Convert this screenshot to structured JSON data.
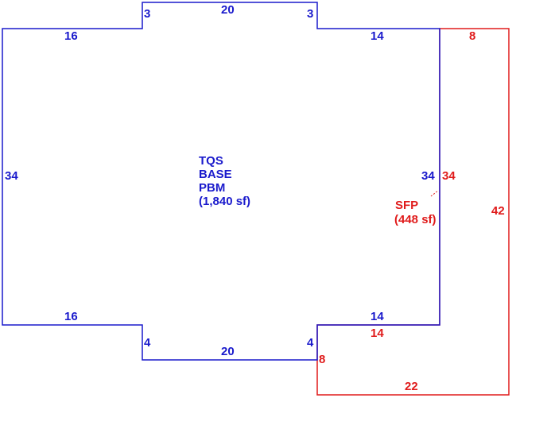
{
  "colors": {
    "base": "#1a1acc",
    "addition": "#e01b1b",
    "background": "#ffffff"
  },
  "base_area": {
    "line1": "TQS",
    "line2": "BASE",
    "line3": "PBM",
    "line4": "(1,840 sf)"
  },
  "addition_area": {
    "line1": "SFP",
    "line2": "(448 sf)"
  },
  "base_dims": {
    "top_left_jog": "3",
    "top": "20",
    "top_right_jog": "3",
    "upper_left": "16",
    "upper_right": "14",
    "left": "34",
    "right": "34",
    "lower_left": "16",
    "lower_right": "14",
    "bottom_left_jog": "4",
    "bottom": "20",
    "bottom_right_jog": "4"
  },
  "addition_dims": {
    "top": "8",
    "inner_side": "34",
    "outer_side": "42",
    "inner_bottom": "14",
    "step": "8",
    "bottom": "22"
  }
}
